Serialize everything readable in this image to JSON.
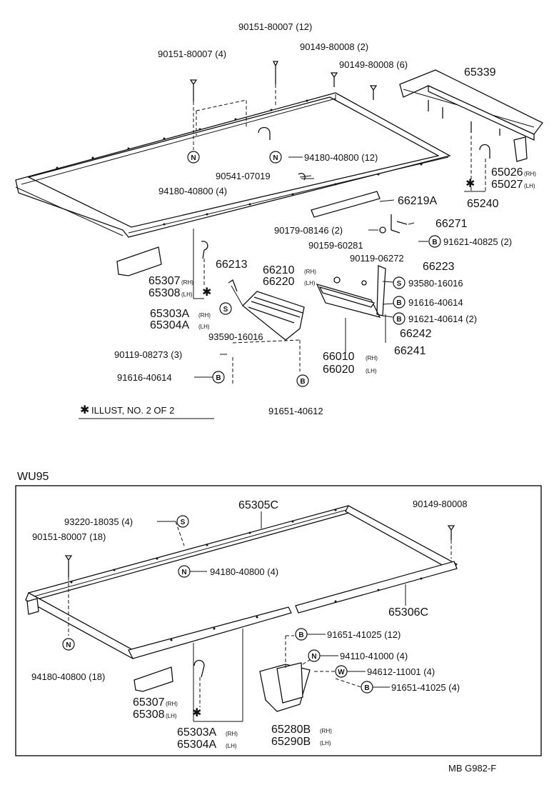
{
  "top_section": {
    "labels": {
      "p90151_12": "90151-80007 (12)",
      "p90151_4": "90151-80007 (4)",
      "p90149_2": "90149-80008 (2)",
      "p90149_6": "90149-80008 (6)",
      "p65339": "65339",
      "p94180_12": "94180-40800 (12)",
      "p90541": "90541-07019",
      "p94180_4": "94180-40800 (4)",
      "p65026": "65026",
      "p65027": "65027",
      "p65240": "65240",
      "p66219a": "66219A",
      "p66271": "66271",
      "p90179": "90179-08146 (2)",
      "p91621_40825": "91621-40825 (2)",
      "p90159": "90159-60281",
      "p90119_06272": "90119-06272",
      "p66223": "66223",
      "p93580": "93580-16016",
      "p91616_right": "91616-40614",
      "p91621_40614": "91621-40614 (2)",
      "p66242": "66242",
      "p66241": "66241",
      "p66010": "66010",
      "p66020": "66020",
      "p65307": "65307",
      "p65308": "65308",
      "p66213": "66213",
      "p66210": "66210",
      "p66220": "66220",
      "p65303a": "65303A",
      "p65304a": "65304A",
      "p93590": "93590-16016",
      "p90119_08273": "90119-08273 (3)",
      "p91616_left": "91616-40614",
      "p91651_40612": "91651-40612",
      "illust_note": "ILLUST, NO. 2 OF 2"
    }
  },
  "bottom_section": {
    "title": "WU95",
    "labels": {
      "p65305c": "65305C",
      "p90149": "90149-80008",
      "p93220": "93220-18035 (4)",
      "p90151_18": "90151-80007 (18)",
      "p94180_4": "94180-40800 (4)",
      "p65306c": "65306C",
      "p91651_12": "91651-41025 (12)",
      "p94110": "94110-41000 (4)",
      "p94612": "94612-11001 (4)",
      "p91651_4": "91651-41025 (4)",
      "p94180_18": "94180-40800 (18)",
      "p65307": "65307",
      "p65308": "65308",
      "p65303a": "65303A",
      "p65304a": "65304A",
      "p65280b": "65280B",
      "p65290b": "65290B"
    }
  },
  "side_marks": {
    "rh": "(RH)",
    "lh": "(LH)"
  },
  "symbols": {
    "n": "N",
    "s": "S",
    "b": "B",
    "w": "W",
    "asterisk": "✱"
  },
  "footer": {
    "code": "MB G982-F"
  }
}
